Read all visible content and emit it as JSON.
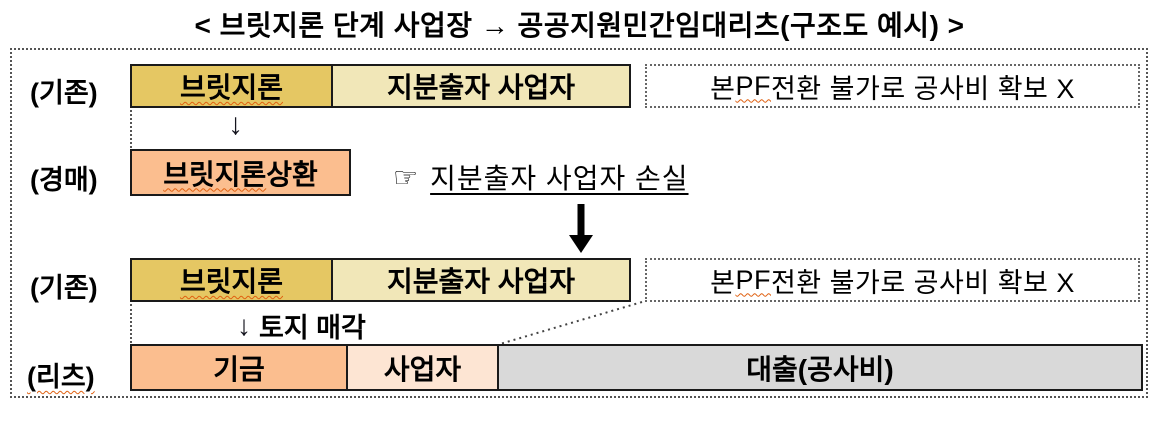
{
  "title": "< 브릿지론 단계 사업장 → 공공지원민간임대리츠(구조도 예시) >",
  "colors": {
    "gold": "#E5C763",
    "light_yellow": "#F1E7B8",
    "salmon": "#FBBE8F",
    "peach": "#FDE5D3",
    "gray": "#D9D9D9",
    "squiggle": "#E06010",
    "border": "#1A1A1A"
  },
  "rows": {
    "existing_top": {
      "label": "(기존)",
      "bridge_loan": "브릿지론",
      "equity_investor": "지분출자 사업자",
      "note_prefix": "본 ",
      "note_pf": "PF",
      "note_suffix": " 전환 불가로 공사비 확보 X"
    },
    "auction": {
      "label": "(경매)",
      "box_main": "브릿지론",
      "box_rest": " 상환",
      "pointer": "☞",
      "loss_text": "지분출자 사업자 손실"
    },
    "existing_bottom": {
      "label": "(기존)",
      "bridge_loan": "브릿지론",
      "equity_investor": "지분출자 사업자",
      "note_prefix": "본 ",
      "note_pf": "PF",
      "note_suffix": " 전환 불가로 공사비 확보 X"
    },
    "reits": {
      "label": "(리츠)",
      "fund": "기금",
      "business": "사업자",
      "loan": "대출(공사비)"
    }
  },
  "arrows": {
    "small_down": "↓",
    "land_sale_arrow": "↓",
    "land_sale_text": "토지 매각"
  }
}
